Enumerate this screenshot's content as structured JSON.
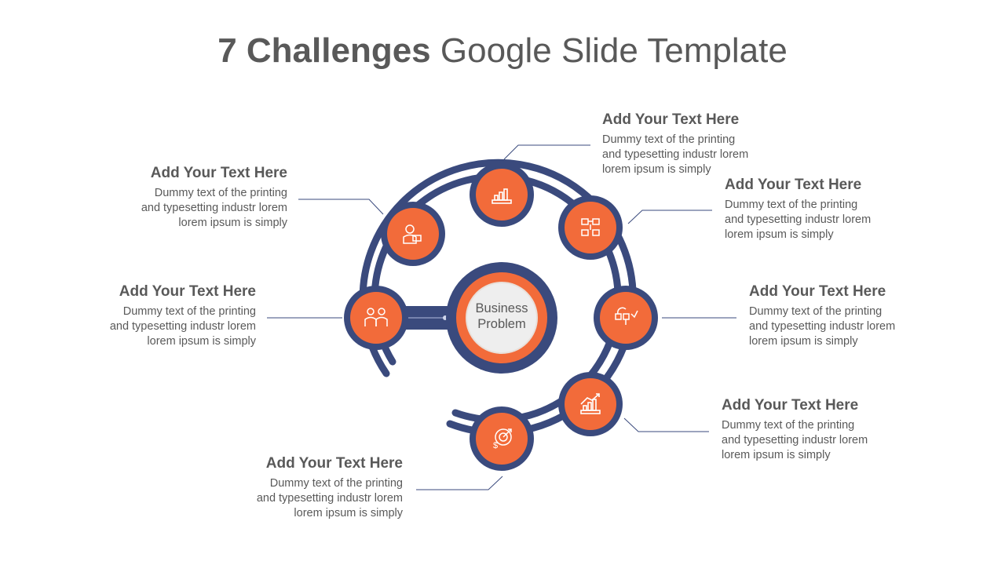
{
  "title": {
    "bold": "7 Challenges",
    "rest": "Google Slide Template"
  },
  "center": {
    "label": "Business\nProblem"
  },
  "colors": {
    "ring": "#3a4a7d",
    "node": "#f26b3a",
    "center_fill": "#eeeeee",
    "text": "#595959"
  },
  "items": [
    {
      "heading": "Add Your Text Here",
      "body": "Dummy text of the printing\nand typesetting industr lorem\nlorem ipsum is simply",
      "icon": "bar-chart-icon"
    },
    {
      "heading": "Add Your Text Here",
      "body": "Dummy text of the printing\nand typesetting industr lorem\nlorem ipsum is simply",
      "icon": "org-chart-icon"
    },
    {
      "heading": "Add Your Text Here",
      "body": "Dummy text of the printing\nand typesetting industr lorem\nlorem ipsum is simply",
      "icon": "workflow-icon"
    },
    {
      "heading": "Add Your Text Here",
      "body": "Dummy text of the printing\nand typesetting industr lorem\nlorem ipsum is simply",
      "icon": "growth-chart-icon"
    },
    {
      "heading": "Add Your Text Here",
      "body": "Dummy text of the printing\nand typesetting industr lorem\nlorem ipsum is simply",
      "icon": "target-dollar-icon"
    },
    {
      "heading": "Add Your Text Here",
      "body": "Dummy text of the printing\nand typesetting industr lorem\nlorem ipsum is simply",
      "icon": "team-icon"
    },
    {
      "heading": "Add Your Text Here",
      "body": "Dummy text of the printing\nand typesetting industr lorem\nlorem ipsum is simply",
      "icon": "presenter-icon"
    }
  ]
}
